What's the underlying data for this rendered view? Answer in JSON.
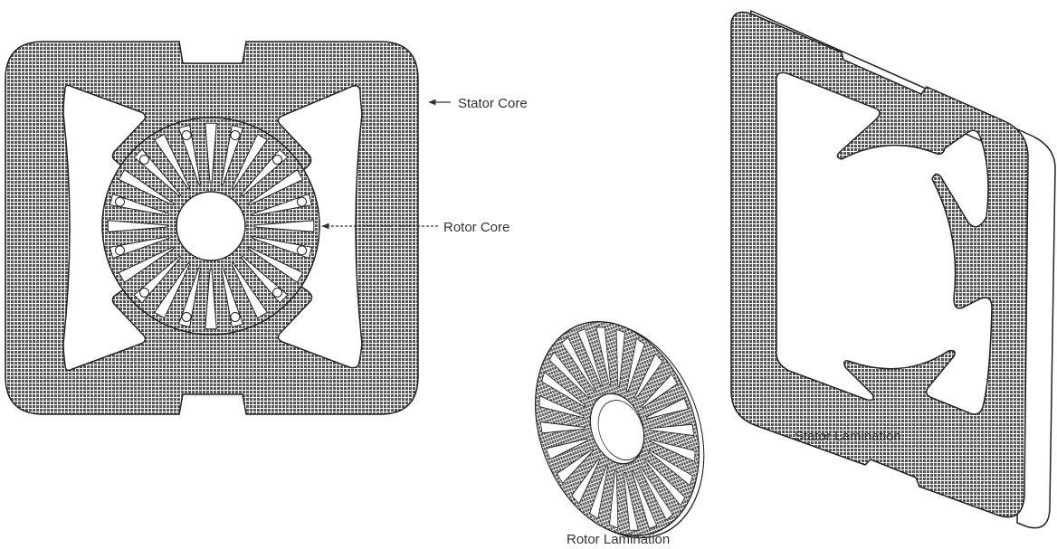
{
  "labels": {
    "stator_core": "Stator Core",
    "rotor_core": "Rotor Core",
    "stator_lamination": "Stator Lamination",
    "rotor_lamination": "Rotor Lamination"
  },
  "colors": {
    "steel_fill": "#8f8f8f",
    "steel_stroke": "#222222",
    "background": "#ffffff"
  },
  "rotor": {
    "slot_count": 24,
    "bar_count": 12
  }
}
